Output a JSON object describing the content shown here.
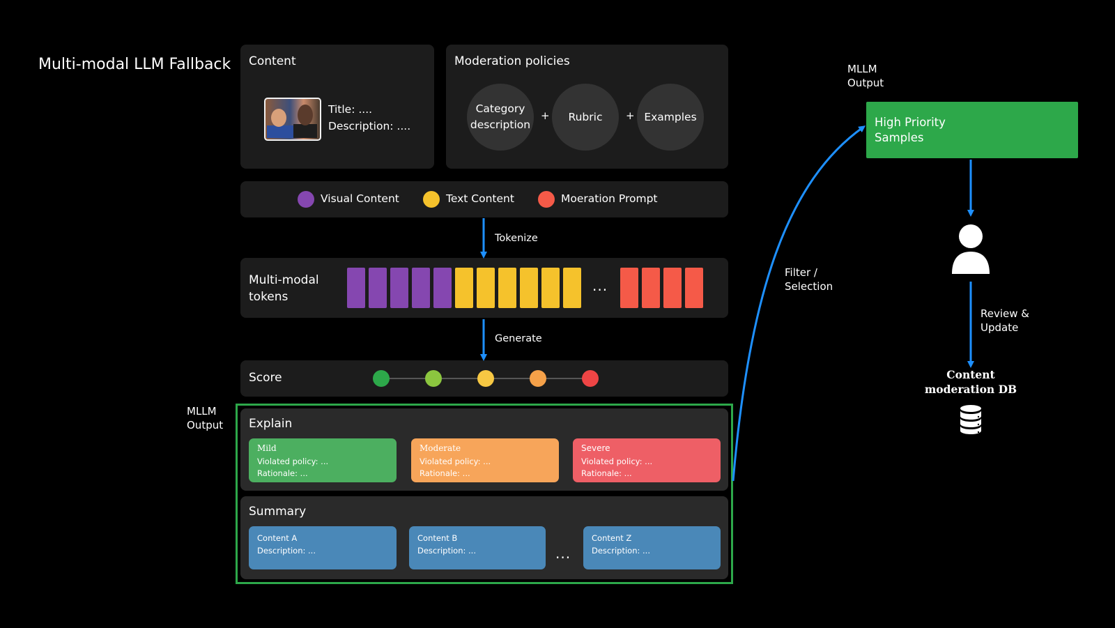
{
  "title": "Multi-modal LLM Fallback",
  "content_panel": {
    "title": "Content",
    "thumbnail_alt": "video-thumbnail",
    "meta_title": "Title: ....",
    "meta_description": "Description: ...."
  },
  "policies_panel": {
    "title": "Moderation policies",
    "items": [
      "Category description",
      "Rubric",
      "Examples"
    ],
    "plus": "+"
  },
  "legend": {
    "items": [
      {
        "label": "Visual Content",
        "color": "#8547b0"
      },
      {
        "label": "Text Content",
        "color": "#f5c22c"
      },
      {
        "label": "Moeration Prompt",
        "color": "#f55a48"
      }
    ]
  },
  "arrows": {
    "tokenize": "Tokenize",
    "generate": "Generate",
    "filter_line1": "Filter /",
    "filter_line2": "Selection",
    "review_line1": "Review &",
    "review_line2": "Update"
  },
  "tokens_panel": {
    "label_line1": "Multi-modal",
    "label_line2": "tokens",
    "visual_count": 5,
    "text_count": 6,
    "prompt_count": 4,
    "ellipsis": "...",
    "colors": {
      "visual": "#8547b0",
      "text": "#f5c22c",
      "prompt": "#f55a48"
    }
  },
  "score_panel": {
    "label": "Score",
    "colors": [
      "#2da84a",
      "#8cc63f",
      "#f7c843",
      "#f5a149",
      "#ee4545"
    ]
  },
  "output_label": {
    "line1": "MLLM",
    "line2": "Output"
  },
  "explain": {
    "title": "Explain",
    "cards": [
      {
        "title": "Mild",
        "line1": "Violated policy: ...",
        "line2": "Rationale: ...",
        "color": "#4caf60"
      },
      {
        "title": "Moderate",
        "line1": "Violated policy: ...",
        "line2": "Rationale: ...",
        "color": "#f7a55a"
      },
      {
        "title": "Severe",
        "line1": "Violated policy: ...",
        "line2": "Rationale: ...",
        "color": "#ee5f66"
      }
    ]
  },
  "summary": {
    "title": "Summary",
    "cards": [
      {
        "title": "Content A",
        "line1": "Description: ..."
      },
      {
        "title": "Content B",
        "line1": "Description: ..."
      },
      {
        "title": "Content Z",
        "line1": "Description: ..."
      }
    ],
    "ellipsis": "..."
  },
  "right": {
    "output_line1": "MLLM",
    "output_line2": "Output",
    "high_priority_line1": "High Priority",
    "high_priority_line2": "Samples",
    "high_priority_color": "#2da84a",
    "db_line1": "Content",
    "db_line2": "moderation DB"
  },
  "accent_colors": {
    "arrow": "#1e90ff",
    "output_border": "#2da84a"
  }
}
